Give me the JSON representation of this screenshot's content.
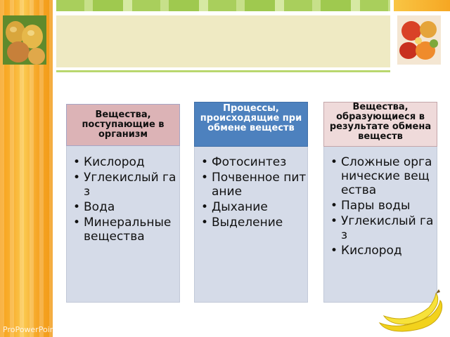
{
  "slide": {
    "title": "",
    "watermark": "ProPowerPoint.r"
  },
  "diagram": {
    "columns": [
      {
        "header": "Вещества, поступающие в организм",
        "items": [
          "Кислород",
          "Углекислый газ",
          "Вода",
          "Минеральные вещества"
        ]
      },
      {
        "header": "Процессы, происходящие при обмене веществ",
        "items": [
          "Фотосинтез",
          "Почвенное питание",
          "Дыхание",
          "Выделение"
        ]
      },
      {
        "header": "Вещества, образующиеся в результате обмена веществ",
        "items": [
          "Сложные органические вещества",
          "Пары воды",
          "Углекислый газ",
          "Кислород"
        ]
      }
    ]
  },
  "colors": {
    "header_1": "#dcb3b6",
    "header_2": "#4d81be",
    "header_3": "#efdada",
    "panel": "#d5dbe8",
    "accent_orange": "#f7a21c",
    "accent_green": "#a9cf5c"
  }
}
